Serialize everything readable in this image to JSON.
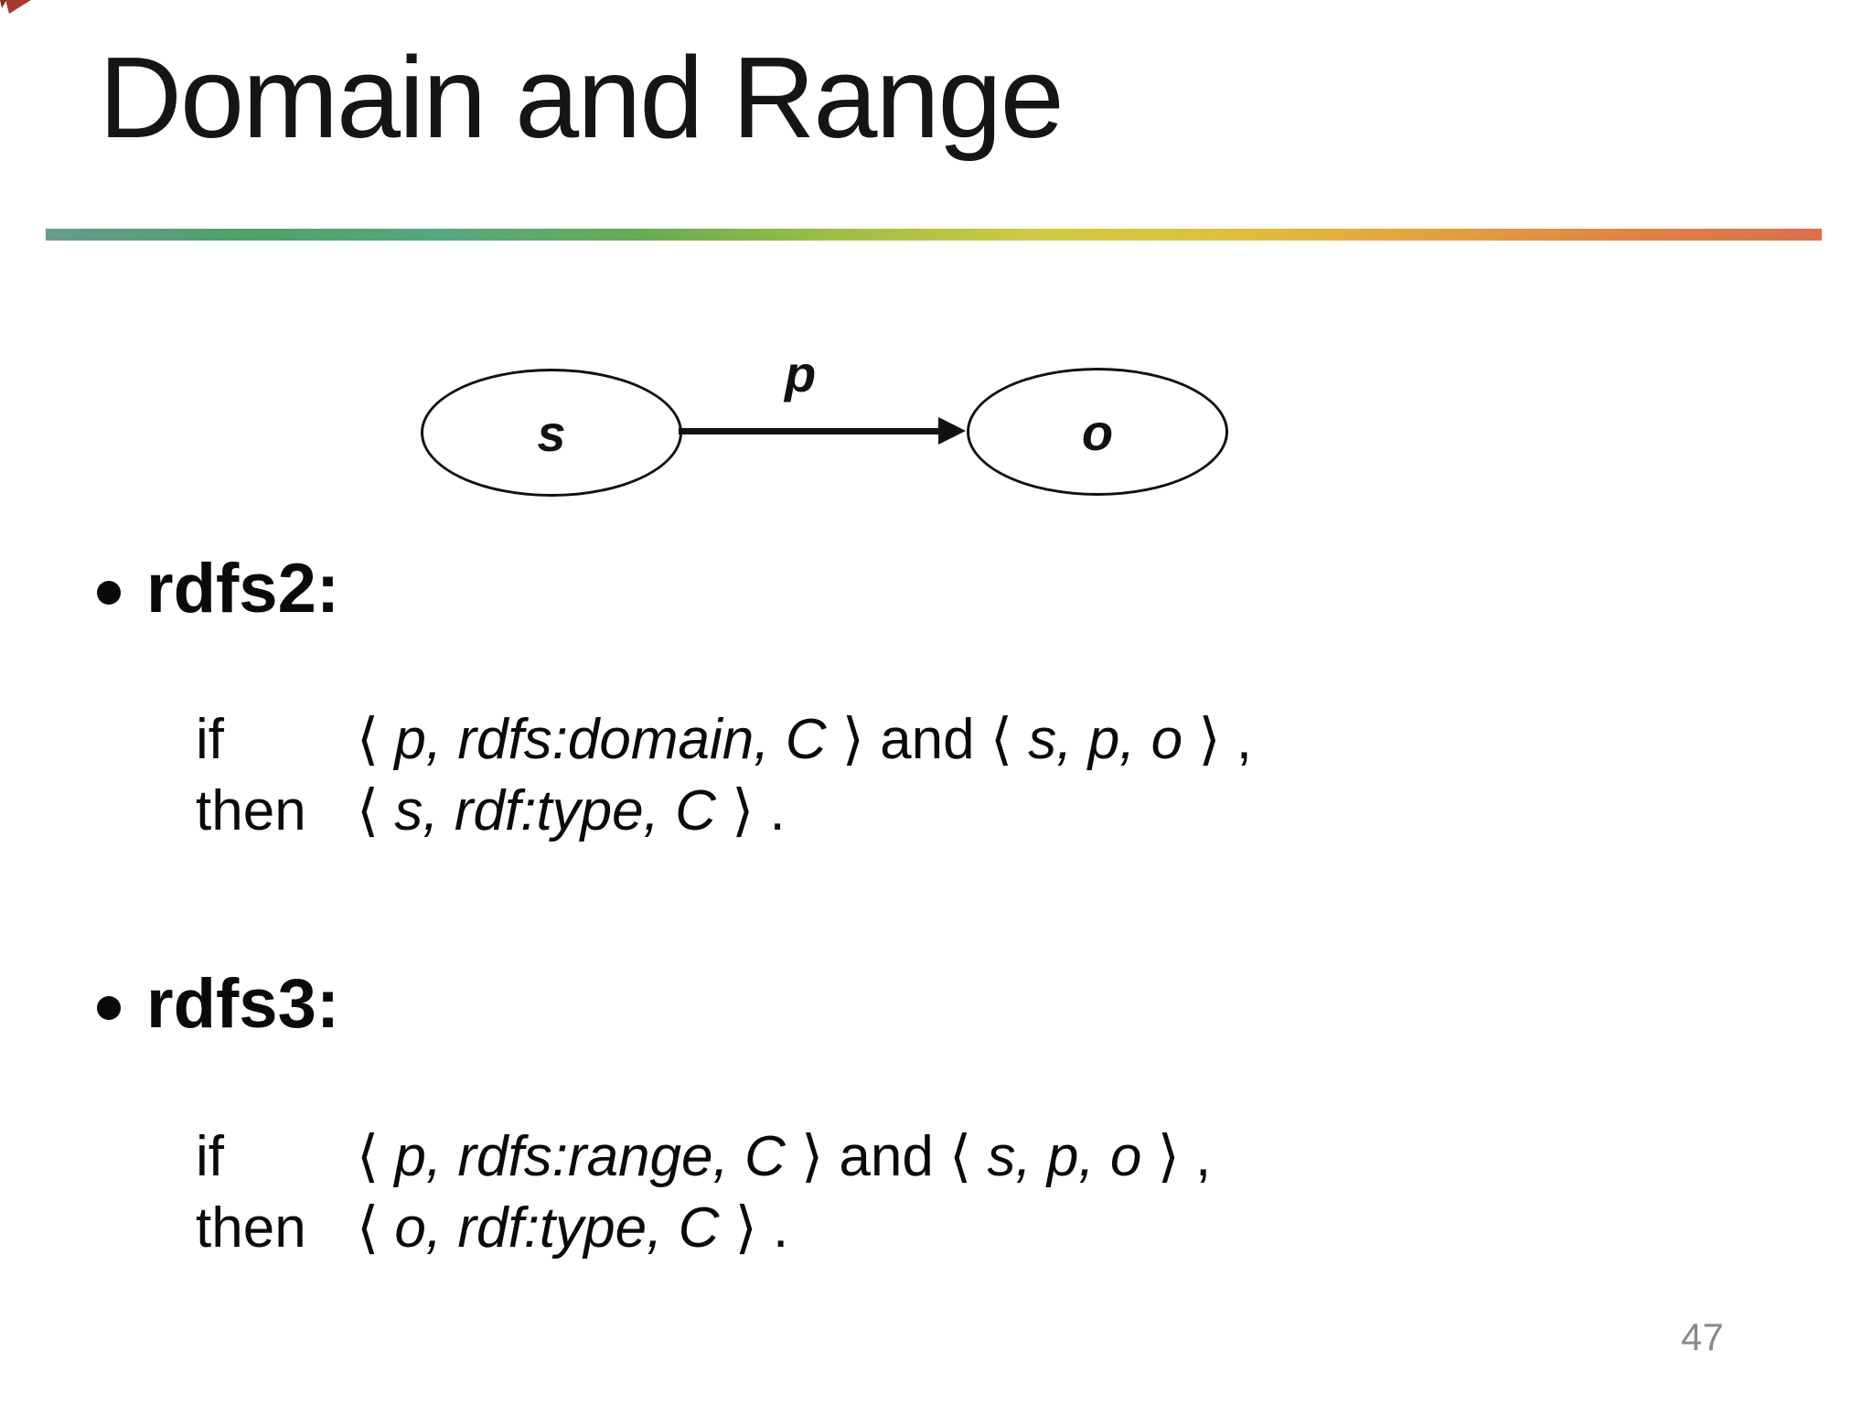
{
  "slide": {
    "title": "Domain and Range",
    "page_number": "47",
    "accent_gradient_stops": [
      "#679b8d",
      "#4fa169",
      "#57a77f",
      "#66ab55",
      "#9dbe44",
      "#cfca43",
      "#dfc03c",
      "#e2a23f",
      "#de8546",
      "#d96f4f"
    ],
    "decoration": {
      "corner_triangle_color_primary": "#a63b2b",
      "corner_triangle_color_secondary": "#832c1f"
    },
    "diagram": {
      "subject_label": "s",
      "predicate_label": "p",
      "object_label": "o"
    },
    "bullets": [
      {
        "label": "rdfs2:",
        "rule": {
          "if_keyword": "if",
          "then_keyword": "then",
          "if_line": [
            {
              "t": "⟨ ",
              "i": 0
            },
            {
              "t": "p, rdfs:domain, C",
              "i": 1
            },
            {
              "t": " ⟩ ",
              "i": 0
            },
            {
              "t": "and",
              "i": 0
            },
            {
              "t": " ⟨ ",
              "i": 0
            },
            {
              "t": "s, p, o",
              "i": 1
            },
            {
              "t": " ⟩ ,",
              "i": 0
            }
          ],
          "then_line": [
            {
              "t": "⟨ ",
              "i": 0
            },
            {
              "t": "s, rdf:type, C",
              "i": 1
            },
            {
              "t": " ⟩ .",
              "i": 0
            }
          ]
        }
      },
      {
        "label": "rdfs3:",
        "rule": {
          "if_keyword": "if",
          "then_keyword": "then",
          "if_line": [
            {
              "t": "⟨ ",
              "i": 0
            },
            {
              "t": "p, rdfs:range, C",
              "i": 1
            },
            {
              "t": " ⟩ ",
              "i": 0
            },
            {
              "t": "and",
              "i": 0
            },
            {
              "t": " ⟨ ",
              "i": 0
            },
            {
              "t": "s, p, o",
              "i": 1
            },
            {
              "t": " ⟩ ,",
              "i": 0
            }
          ],
          "then_line": [
            {
              "t": "⟨ ",
              "i": 0
            },
            {
              "t": "o, rdf:type, C",
              "i": 1
            },
            {
              "t": " ⟩ .",
              "i": 0
            }
          ]
        }
      }
    ]
  }
}
